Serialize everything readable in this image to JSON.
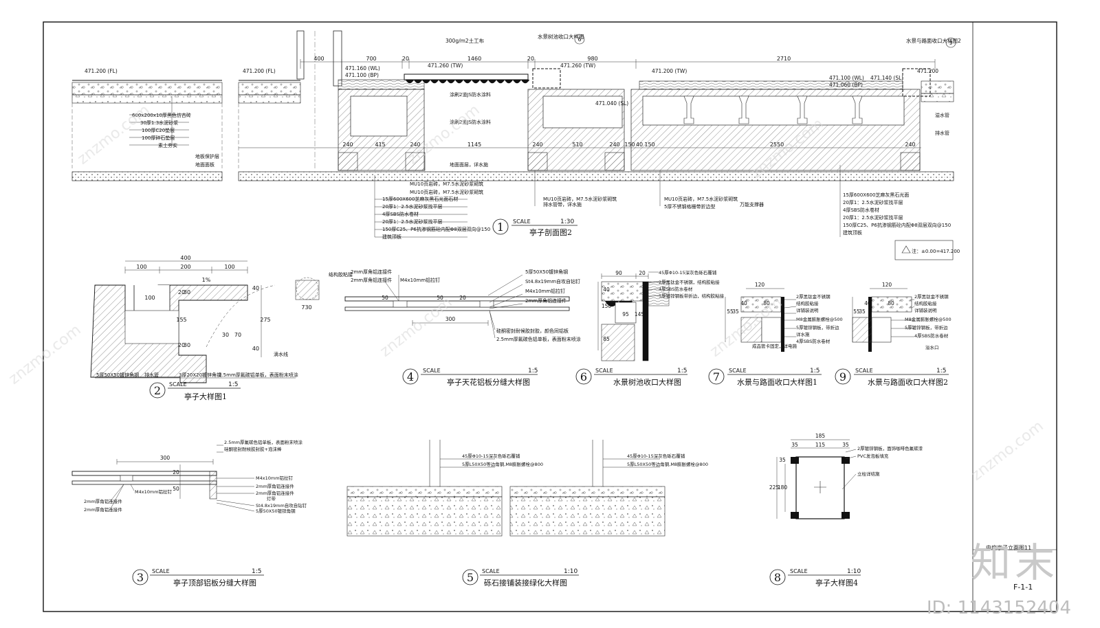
{
  "sheet": {
    "title": "中庭亭子立面图11",
    "sheet_no": "F-1-1",
    "note": "注：±0.00=417.200"
  },
  "watermark": {
    "logo_text": "知末",
    "id_text": "ID: 1143152404",
    "tile_text": "znzmo.com"
  },
  "detail1": {
    "num": "1",
    "scale_label": "SCALE",
    "scale": "1:30",
    "title": "亭子剖面图2",
    "elevations": [
      "471.200 (FL)",
      "471.200 (FL)",
      "471.160 (WL)",
      "471.100 (BP)",
      "471.260 (TW)",
      "471.260 (TW)",
      "471.200 (TW)",
      "471.100 (WL)",
      "471.060 (BP)",
      "471.140 (SL)",
      "471.200",
      "471.040 (SL)"
    ],
    "top_dims": [
      "400",
      "700",
      "20",
      "1460",
      "20",
      "980",
      "2710"
    ],
    "bottom_dims": [
      "240",
      "415",
      "240",
      "1145",
      "240",
      "510",
      "240",
      "150",
      "40",
      "150",
      "2550",
      "240"
    ],
    "top_notes": [
      "300g/m2土工布",
      "水景树池收口大样图",
      "水景与路面收口大样图2"
    ],
    "callout_refs": [
      "6",
      "9"
    ],
    "left_layers": [
      "600x200x10厚黑色仿古砖",
      "30厚1:3水泥砂浆",
      "100厚C20垫层",
      "100厚碎石垫层",
      "素土夯实"
    ],
    "left_side_notes": [
      "地板保护层",
      "地面面板"
    ],
    "center_notes": [
      "涂刷2道JS防水涂料",
      "涂刷2道JS防水涂料",
      "地面面层，详水施",
      "MU10页岩砖，M7.5水泥砂浆砌筑",
      "排水管带，详水施"
    ],
    "bottom_layers_left": [
      "MU10页岩砖，M7.5水泥砂浆砌筑",
      "15厚600X600芝麻灰黑石光面石材",
      "20厚1：2.5水泥砂浆找平层",
      "4厚SBS防水卷材",
      "20厚1：2.5水泥砂浆找平层",
      "150厚C25、P6抗渗钢筋砼内配Φ8双层双向@150",
      "建筑顶板"
    ],
    "bottom_notes_mid": [
      "MU10页岩砖，M7.5水泥砂浆砌筑",
      "5厚不锈钢格栅带折边型",
      "万能支撑器"
    ],
    "bottom_layers_right": [
      "15厚600X600芝麻灰黑石光面",
      "20厚1：2.5水泥砂浆找平层",
      "4厚SBS防水卷材",
      "20厚1：2.5水泥砂浆找平层",
      "150厚C25、P6抗渗钢筋砼内配Φ8双层双向@150",
      "建筑顶板"
    ],
    "right_side_notes": [
      "溢水管",
      "排水管"
    ]
  },
  "detail2": {
    "num": "2",
    "scale_label": "SCALE",
    "scale": "1:5",
    "title": "亭子大样图1",
    "dims": [
      "400",
      "100",
      "200",
      "100",
      "1%",
      "100",
      "20",
      "30",
      "155",
      "20",
      "30",
      "275",
      "40",
      "30",
      "70",
      "40",
      "730"
    ],
    "notes": [
      "结构胶粘接",
      "5厚50X50镀锌角钢",
      "排水管",
      "3厚20X20镀锌角钢",
      "2.5mm厚氟碳铝单板，表面粉末喷涂",
      "滴水线"
    ]
  },
  "detail4": {
    "num": "4",
    "scale_label": "SCALE",
    "scale": "1:5",
    "title": "亭子天花铝板分缝大样图",
    "dims": [
      "50",
      "50",
      "20",
      "300"
    ],
    "notes": [
      "2mm厚角铝连接件",
      "2mm厚角铝连接件",
      "M4x10mm铝拉钉",
      "5厚50X50镀锌角钢",
      "St4.8x19mm自攻自钻钉",
      "M4x10mm铝拉钉",
      "2mm厚角铝连接件",
      "硅酮密封耐候胶封胶，颜色同铝板",
      "2.5mm厚氟碳色铝单板，表面粉末喷涂"
    ]
  },
  "detail6": {
    "num": "6",
    "scale_label": "SCALE",
    "scale": "1:5",
    "title": "水景树池收口大样图",
    "dims": [
      "90",
      "20",
      "40",
      "150",
      "95",
      "145",
      "85"
    ],
    "notes": [
      "45厚Φ10-15深灰色砾石覆铺",
      "2厚黑钛金不锈钢，结构胶粘接",
      "4厚SBS防水卷材",
      "5厚镀锌钢板带折边，结构胶粘接"
    ]
  },
  "detail7": {
    "num": "7",
    "scale_label": "SCALE",
    "scale": "1:5",
    "title": "水景与路面收口大样图1",
    "dims": [
      "120",
      "40",
      "80",
      "55",
      "35"
    ],
    "notes": [
      "2厚黑钛金不锈钢",
      "结构胶粘接",
      "详铺装说明",
      "M8金属膨胀螺栓@500",
      "5厚镀锌钢板，带折边",
      "详水施",
      "4厚SBS防水卷材",
      "成品管卡固定，详电施"
    ]
  },
  "detail9": {
    "num": "9",
    "scale_label": "SCALE",
    "scale": "1:5",
    "title": "水景与路面收口大样图2",
    "dims": [
      "120",
      "40",
      "80",
      "55",
      "35"
    ],
    "notes": [
      "2厚黑钛金不锈钢",
      "结构胶粘接",
      "详铺装说明",
      "M8金属膨胀螺栓@500",
      "5厚镀锌钢板，带折边",
      "4厚SBS防水卷材",
      "溢水口"
    ]
  },
  "detail3": {
    "num": "3",
    "scale_label": "SCALE",
    "scale": "1:5",
    "title": "亭子顶部铝板分缝大样图",
    "dims": [
      "300",
      "20",
      "50"
    ],
    "notes": [
      "2.5mm厚氟碳色铝单板，表面粉末喷涂",
      "硅酮密封耐候胶封胶+泡沫棒",
      "M4x10mm铝拉钉",
      "2mm厚角铝连接件",
      "2mm厚角铝连接件",
      "2mm厚角铝连接件",
      "2mm厚角铝连接件",
      "M4x10mm铝拉钉",
      "St4.8x19mm自攻自钻钉",
      "5厚50X50镀锌角钢",
      "灯带"
    ]
  },
  "detail5": {
    "num": "5",
    "scale_label": "SCALE",
    "scale": "1:10",
    "title": "砾石接铺装接绿化大样图",
    "notes": [
      "45厚Φ10-15深灰色砾石覆铺",
      "5厚L50X50等边角钢,M8膨胀螺栓@800",
      "45厚Φ10-15深灰色砾石覆铺",
      "5厚L50X50等边角钢,M8膨胀螺栓@800"
    ]
  },
  "detail8": {
    "num": "8",
    "scale_label": "SCALE",
    "scale": "1:10",
    "title": "亭子大样图4",
    "dims": [
      "185",
      "35",
      "115",
      "35",
      "225",
      "180",
      "35"
    ],
    "notes": [
      "2厚镀锌钢板，面饰咖啡色氟碳漆",
      "PVC发泡板填充",
      "立柱详结施"
    ]
  }
}
